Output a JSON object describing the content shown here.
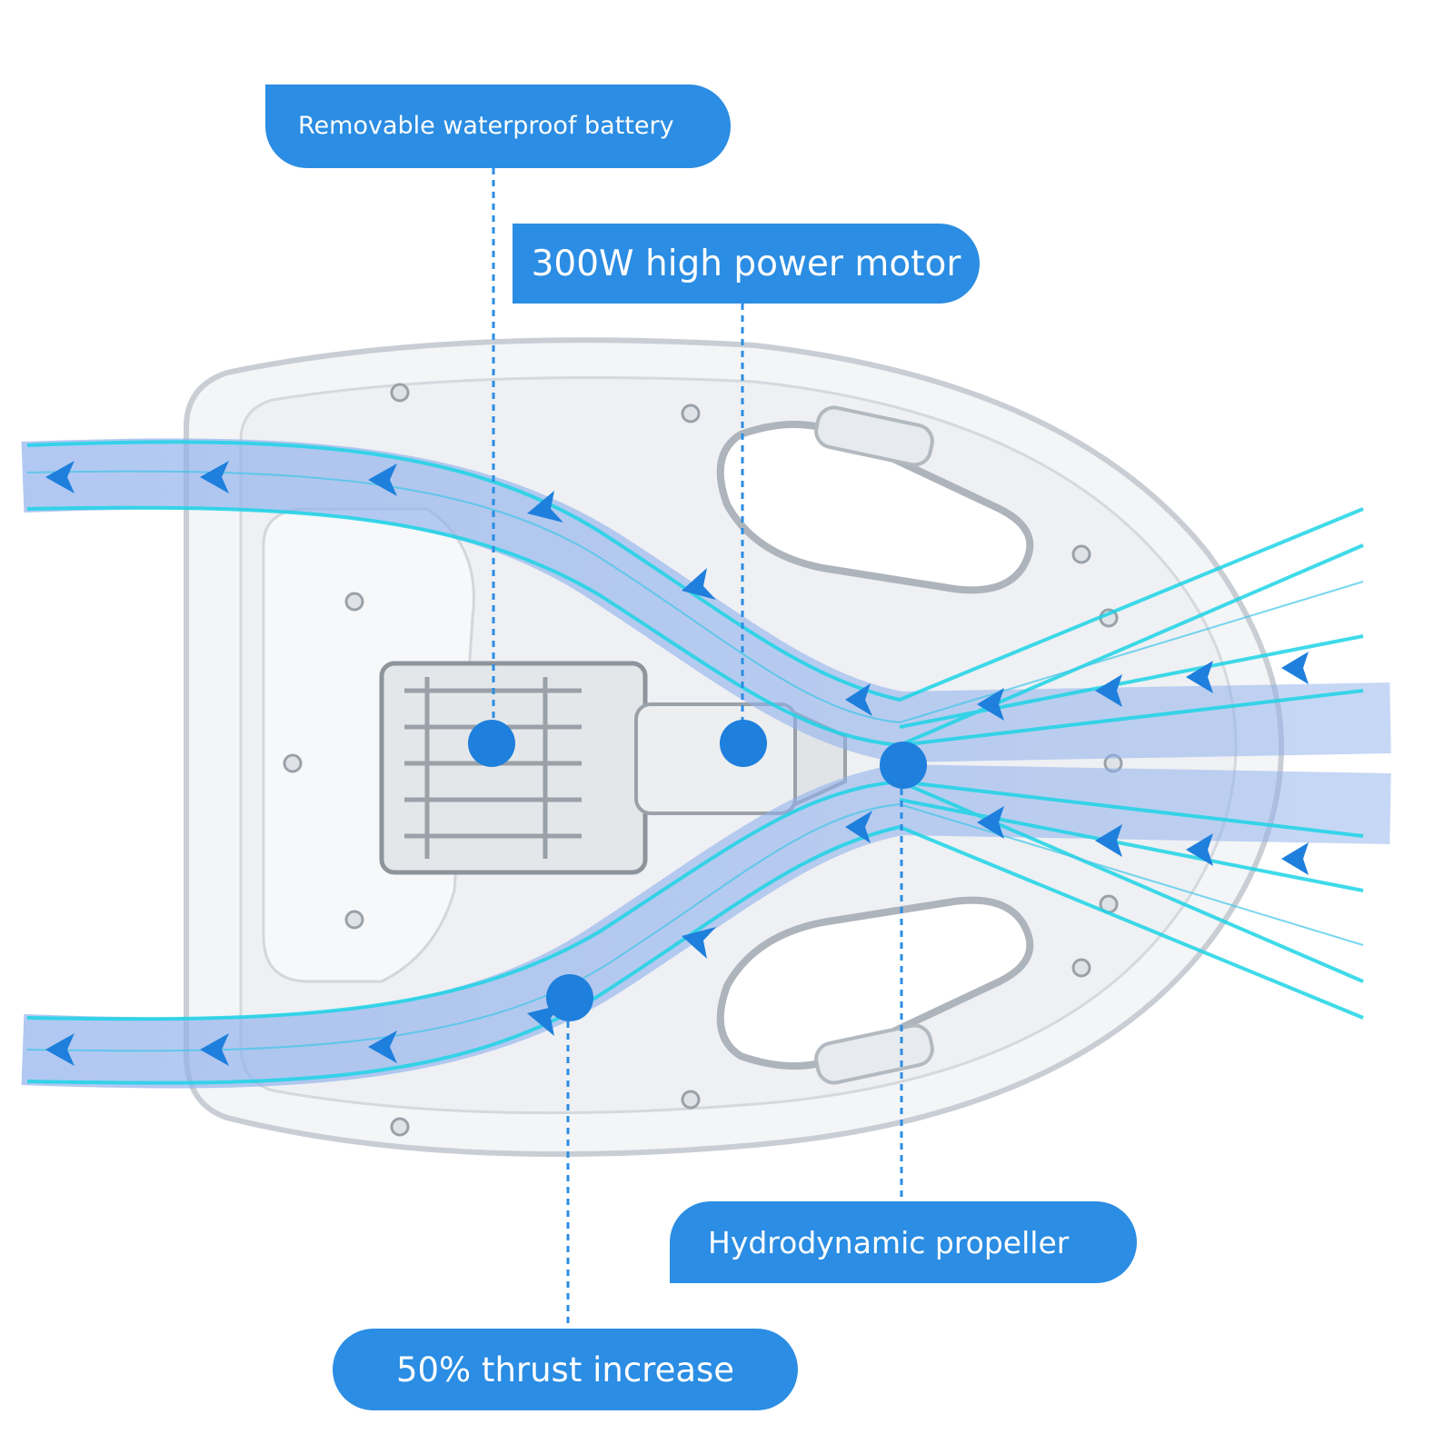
{
  "colors": {
    "callout_bg": "#2b8de3",
    "callout_text": "#ffffff",
    "marker": "#1e7fdc",
    "flow_cyan": "#1ed4e6",
    "flow_blue": "#8fb0ec",
    "hull_stroke": "#c9ced4"
  },
  "callouts": {
    "battery": "Removable waterproof battery",
    "motor": "300W high power motor",
    "propeller": "Hydrodynamic propeller",
    "thrust": "50% thrust increase"
  },
  "icons": [
    "flow-arrow-icon",
    "marker-dot"
  ]
}
